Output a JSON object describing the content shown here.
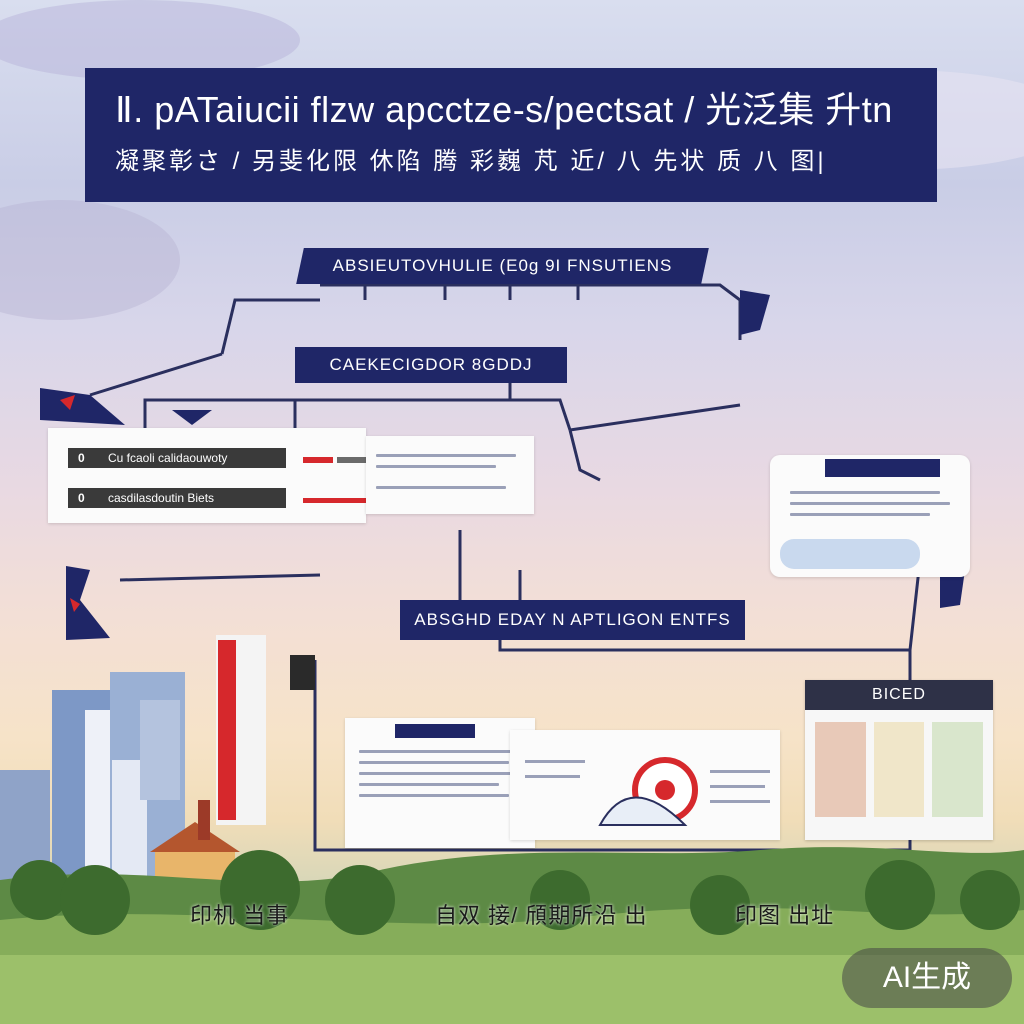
{
  "title": {
    "line1": "Ⅱ. pATaiucii flzw apcctze-s/pectsat / 光泛集 升tn",
    "line2": "凝聚彰さ / 另斐化限 休陷 腾 彩巍 芃 近/ 八 先状 质 八 图|"
  },
  "flow": {
    "top_label": "ABSIEUTOVHULIE (E0g 9I FNSUTIENS",
    "mid_label": "CAEKECIGDOR 8GDDJ",
    "lower_label": "ABSGHD EDAY N APTLIGON ENTFS",
    "panel_header": "BICED"
  },
  "left_card": {
    "rows": [
      {
        "num": "0",
        "text": "Cu fcaoli calidaouwoty"
      },
      {
        "num": "0",
        "text": "casdilasdoutin Biets"
      }
    ]
  },
  "bottom_labels": [
    "印机 当事",
    "自双 接/ 頎期所沿 出",
    "印图 出址"
  ],
  "badge": "AI生成",
  "colors": {
    "navy": "#1f2667",
    "accent_red": "#d6282c",
    "sky": "#c9cde6"
  }
}
